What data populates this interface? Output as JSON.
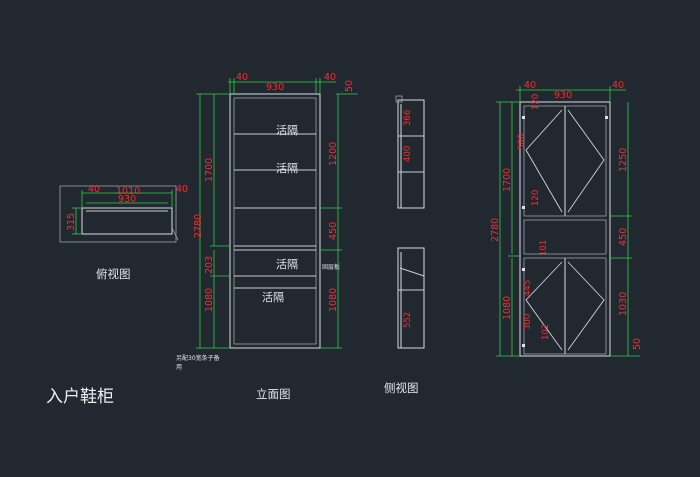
{
  "title": "入户鞋柜",
  "views": {
    "top": "俯视图",
    "front": "立面图",
    "side": "侧视图"
  },
  "front_labels": {
    "shelf": "活隔",
    "fixed_shelf": "固层板",
    "note_line1": "另配30宽条子备",
    "note_line2": "用"
  },
  "dimensions": {
    "d40": "40",
    "d930": "930",
    "d1010": "1010",
    "d50": "50",
    "d315": "315",
    "d1700": "1700",
    "d2780": "2780",
    "d203": "203",
    "d1080": "1080",
    "d1200": "1200",
    "d450": "450",
    "d366": "366",
    "d400": "400",
    "d552": "552",
    "d1250": "1250",
    "d1030": "1030",
    "d120": "120",
    "d101": "101",
    "d445": "445",
    "d300": "300",
    "d102": "102"
  },
  "colors": {
    "background": "#212830",
    "dimension_line": "#2fd04a",
    "dimension_text": "#ff2a2a",
    "outline": "#c9ccd2"
  }
}
